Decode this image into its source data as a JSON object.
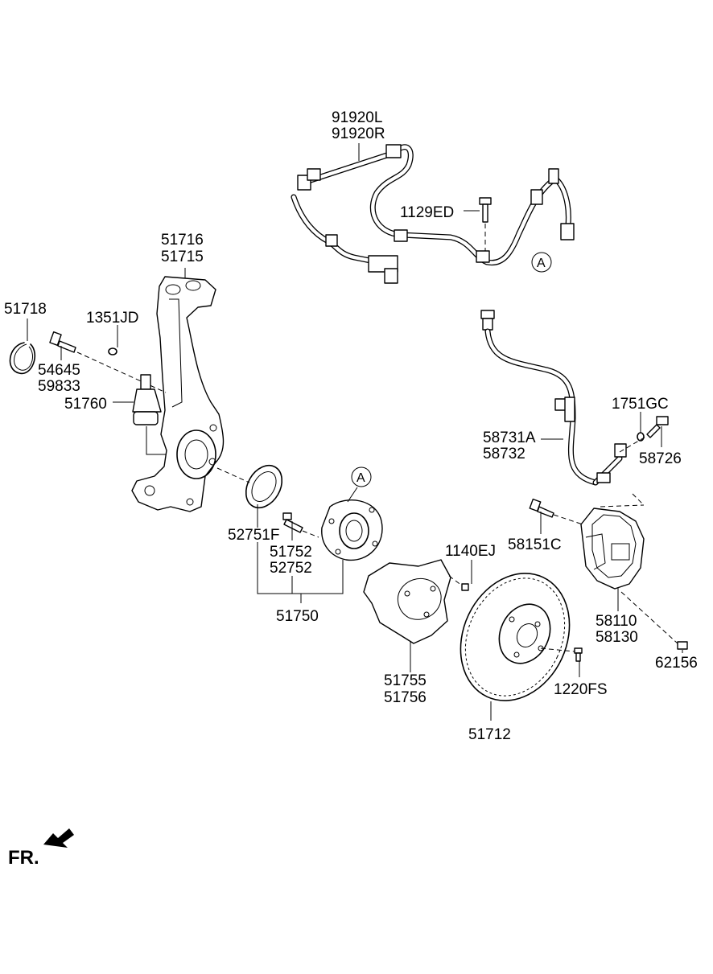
{
  "labels": {
    "p91920L": "91920L",
    "p91920R": "91920R",
    "p1129ED": "1129ED",
    "p51716": "51716",
    "p51715": "51715",
    "p51718": "51718",
    "p1351JD": "1351JD",
    "p54645": "54645",
    "p59833": "59833",
    "p51760": "51760",
    "p1751GC": "1751GC",
    "p58731A": "58731A",
    "p58732": "58732",
    "p58726": "58726",
    "p52751F": "52751F",
    "p51752": "51752",
    "p52752": "52752",
    "p51750": "51750",
    "p1140EJ": "1140EJ",
    "p58151C": "58151C",
    "p58110": "58110",
    "p58130": "58130",
    "p62156": "62156",
    "p51755": "51755",
    "p51756": "51756",
    "p1220FS": "1220FS",
    "p51712": "51712"
  },
  "markers": {
    "ref_a_top": "A",
    "ref_a_hub": "A"
  },
  "direction": {
    "label": "FR.",
    "icon": "front-direction-arrow-icon"
  },
  "colors": {
    "line": "#000000",
    "background": "#ffffff"
  }
}
